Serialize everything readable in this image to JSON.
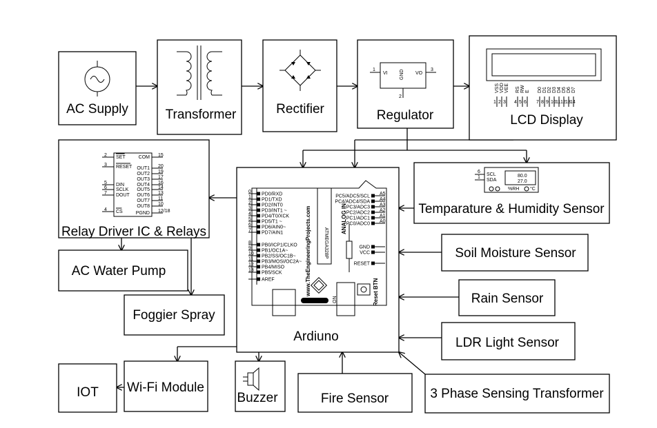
{
  "blocks": {
    "ac_supply": "AC Supply",
    "transformer": "Transformer",
    "rectifier": "Rectifier",
    "regulator": "Regulator",
    "lcd": "LCD Display",
    "relay": "Relay Driver IC & Relays",
    "arduino": "Ardiuno",
    "temp": "Temparature & Humidity Sensor",
    "soil": "Soil Moisture Sensor",
    "rain": "Rain Sensor",
    "ldr": "LDR Light Sensor",
    "three_phase": "3 Phase Sensing Transformer",
    "fire": "Fire Sensor",
    "buzzer": "Buzzer",
    "wifi": "Wi-Fi Module",
    "iot": "IOT",
    "pump": "AC Water Pump",
    "foggier": "Foggier Spray"
  },
  "regulator_pins": {
    "vi": "VI",
    "vo": "VO",
    "gnd": "GND",
    "p1": "1",
    "p2": "2",
    "p3": "3"
  },
  "lcd_pins": [
    "VSS",
    "VDD",
    "VEE",
    "RS",
    "RW",
    "E",
    "D0",
    "D1",
    "D2",
    "D3",
    "D4",
    "D5",
    "D6",
    "D7"
  ],
  "lcd_pin_numbers": [
    "1",
    "2",
    "3",
    "4",
    "5",
    "6",
    "7",
    "8",
    "9",
    "10",
    "11",
    "12",
    "13",
    "14"
  ],
  "relay_ic": {
    "left_pins": [
      {
        "num": "2",
        "name": "SET"
      },
      {
        "num": "3",
        "name": "RESET"
      },
      {
        "num": "5",
        "name": "DIN"
      },
      {
        "num": "6",
        "name": "SCLK"
      },
      {
        "num": "7",
        "name": "DOUT"
      },
      {
        "num": "4",
        "name": "CS"
      }
    ],
    "right_pins": [
      {
        "num": "15",
        "name": "COM"
      },
      {
        "num": "20",
        "name": "OUT1"
      },
      {
        "num": "19",
        "name": "OUT2"
      },
      {
        "num": "17",
        "name": "OUT3"
      },
      {
        "num": "16",
        "name": "OUT4"
      },
      {
        "num": "14",
        "name": "OUT5"
      },
      {
        "num": "13",
        "name": "OUT6"
      },
      {
        "num": "11",
        "name": "OUT7"
      },
      {
        "num": "10",
        "name": "OUT8"
      },
      {
        "num": "12/18",
        "name": "PGND"
      }
    ]
  },
  "dht": {
    "pins": [
      {
        "num": "6",
        "name": "SCL"
      },
      {
        "num": "1",
        "name": "SDA"
      }
    ],
    "values": [
      "80.0",
      "27.0"
    ],
    "units": "%RH",
    "deg": "°C"
  },
  "arduino_board": {
    "site": "www.TheEngineeringProjects.com",
    "analog": "ANALOG IN",
    "on": "ON",
    "reset_btn": "Reset BTN",
    "chip": "ATMEGA328P",
    "digital_pins": [
      {
        "num": "0",
        "name": "PD0/RXD"
      },
      {
        "num": "1",
        "name": "PD1/TXD"
      },
      {
        "num": "2",
        "name": "PD2/INT0"
      },
      {
        "num": "3",
        "name": "PD3/INT1 ~"
      },
      {
        "num": "4",
        "name": "PD4/T0/XCK"
      },
      {
        "num": "5",
        "name": "PD5/T1 ~"
      },
      {
        "num": "6",
        "name": "PD6/AIN0~"
      },
      {
        "num": "7",
        "name": "PD7/AIN1"
      },
      {
        "num": "8",
        "name": "PB0/ICP1/CLKO"
      },
      {
        "num": "9",
        "name": "PB1/OC1A~"
      },
      {
        "num": "10",
        "name": "PB2/SS/OC1B~"
      },
      {
        "num": "11",
        "name": "PB3/MOSI/OC2A~"
      },
      {
        "num": "12",
        "name": "PB4/MISO"
      },
      {
        "num": "13",
        "name": "PB5/SCK"
      },
      {
        "num": "",
        "name": "AREF"
      }
    ],
    "analog_pins": [
      {
        "num": "A5",
        "name": "PC5/ADC5/SCL"
      },
      {
        "num": "A4",
        "name": "PC4/ADC4/SDA"
      },
      {
        "num": "A3",
        "name": "PC3/ADC3"
      },
      {
        "num": "A2",
        "name": "PC2/ADC2"
      },
      {
        "num": "A1",
        "name": "PC1/ADC1"
      },
      {
        "num": "A0",
        "name": "PC0/ADC0"
      }
    ],
    "power_pins": [
      "GND",
      "VCC",
      "RESET"
    ]
  }
}
